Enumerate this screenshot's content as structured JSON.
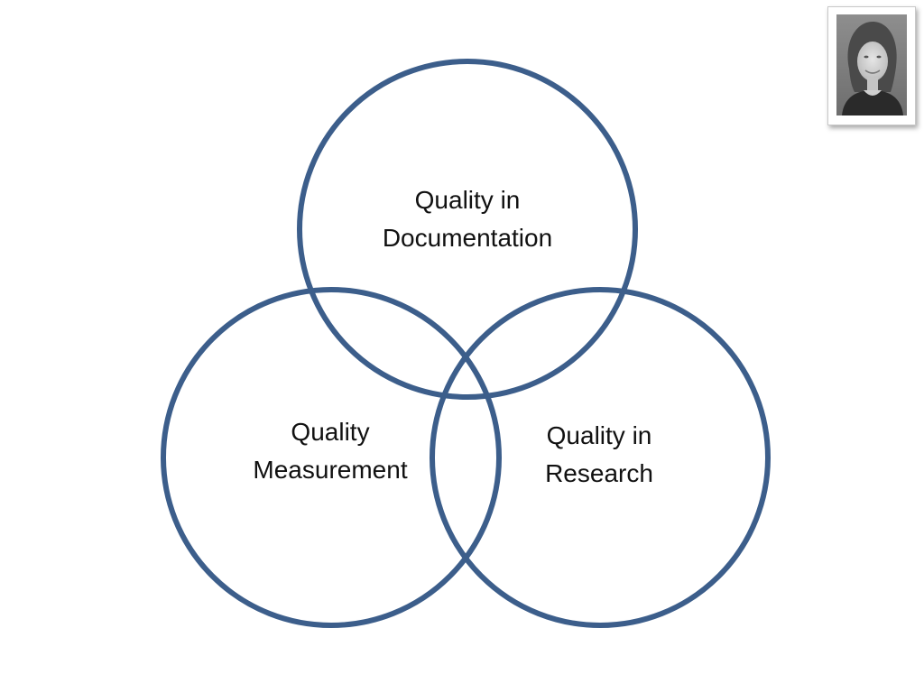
{
  "diagram": {
    "type": "venn",
    "stroke_color": "#3c5e8b",
    "sets": [
      {
        "id": "documentation",
        "label_lines": [
          "Quality in",
          "Documentation"
        ]
      },
      {
        "id": "measurement",
        "label_lines": [
          "Quality",
          "Measurement"
        ]
      },
      {
        "id": "research",
        "label_lines": [
          "Quality in",
          "Research"
        ]
      }
    ]
  },
  "presenter_photo": {
    "icon": "person-portrait-photo",
    "style": "grayscale"
  }
}
